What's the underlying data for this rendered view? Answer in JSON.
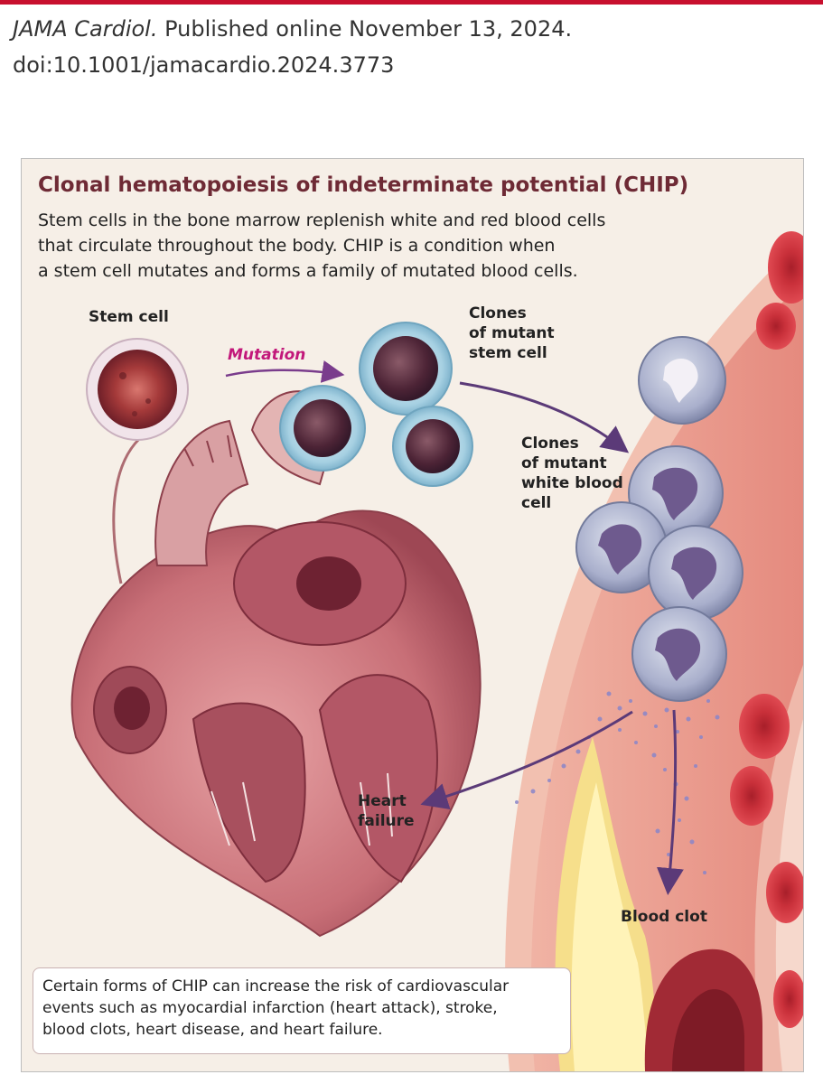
{
  "citation": {
    "journal": "JAMA Cardiol.",
    "published": "Published online November 13, 2024.",
    "doi": "doi:10.1001/jamacardio.2024.3773"
  },
  "figure": {
    "title": "Clonal hematopoiesis of indeterminate potential (CHIP)",
    "intro_lines": [
      "Stem cells in the bone marrow replenish white and red blood cells",
      "that circulate throughout the body. CHIP is a condition when",
      "a stem cell mutates and forms a family of mutated blood cells."
    ],
    "labels": {
      "stem_cell": "Stem cell",
      "mutation": "Mutation",
      "clones_stem": [
        "Clones",
        "of mutant",
        "stem cell"
      ],
      "clones_wbc": [
        "Clones",
        "of mutant",
        "white blood",
        "cell"
      ],
      "heart_failure": [
        "Heart",
        "failure"
      ],
      "blood_clot": "Blood clot"
    },
    "note_lines": [
      "Certain forms of CHIP can increase the risk of cardiovascular",
      "events such as myocardial infarction (heart attack), stroke,",
      "blood clots, heart disease, and heart failure."
    ]
  },
  "colors": {
    "brand_red": "#c8102e",
    "title": "#6e2a35",
    "mutation_label": "#c2187a",
    "arrow": "#5b3a78"
  }
}
